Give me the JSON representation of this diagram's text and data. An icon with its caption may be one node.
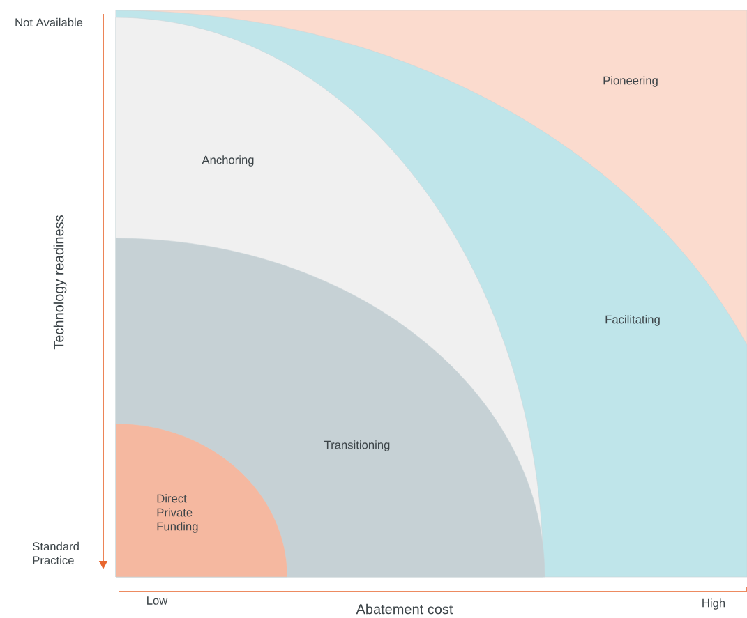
{
  "diagram": {
    "nodes": [
      {
        "text": [
          "Pioneering"
        ]
      },
      {
        "text": [
          "Anchoring"
        ],
        "in": 0
      },
      {
        "text": [
          "Facilitating"
        ],
        "in": 0
      },
      {
        "text": [
          "Transitioning"
        ],
        "in": 1
      },
      {
        "text": [
          "Direct Private Funding"
        ],
        "in": 3
      }
    ],
    "edges": [],
    "labels": [
      "Not Available",
      "Technology readiness",
      "Standard Practice",
      "Low",
      "Abatement cost",
      "High"
    ]
  }
}
